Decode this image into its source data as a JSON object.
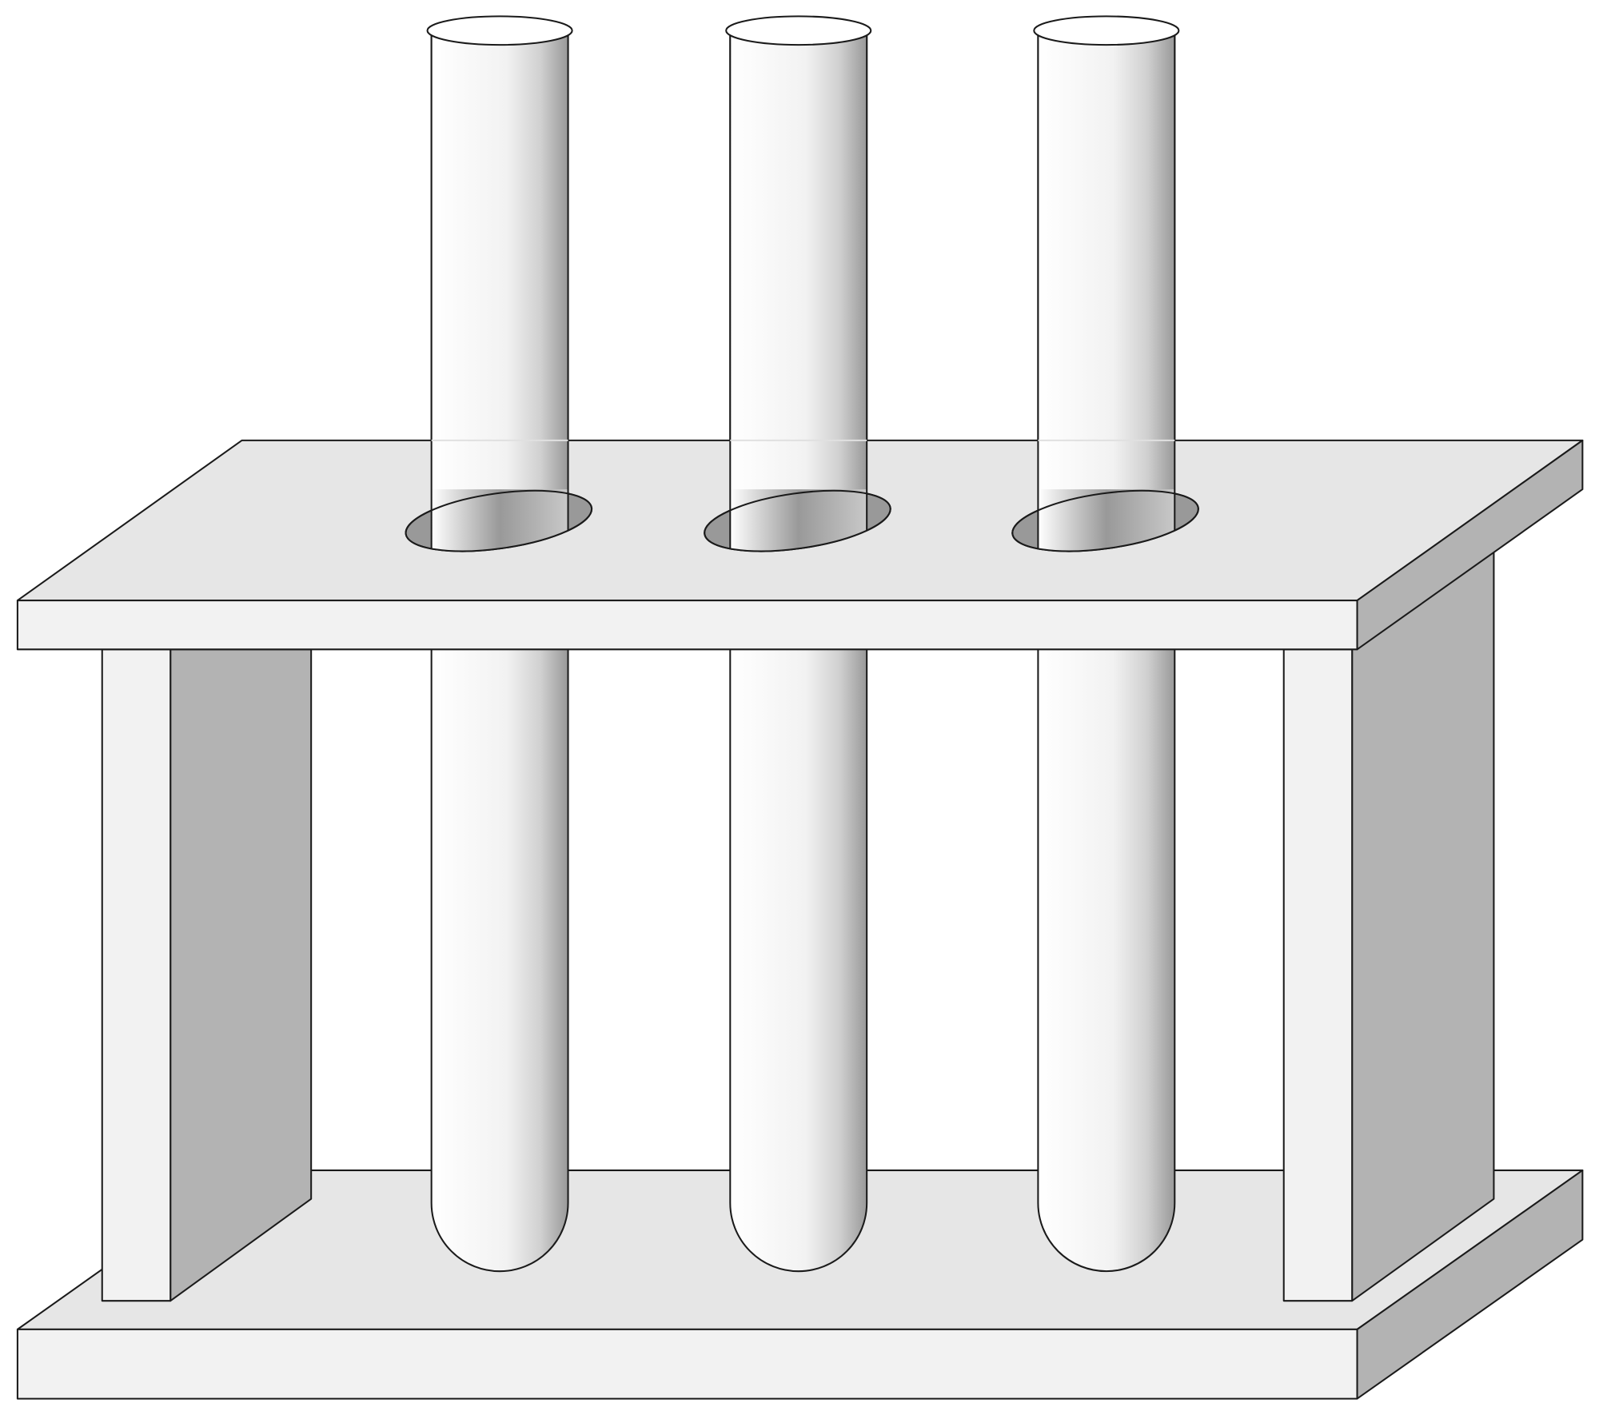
{
  "colors": {
    "background": "#ffffff",
    "plate_top": "#e6e6e6",
    "plate_front": "#f2f2f2",
    "plate_side": "#b3b3b3",
    "hole": "#999999",
    "outline": "#1a1a1a",
    "tube_light": "#ffffff",
    "tube_dark": "#999999"
  },
  "tubes": [
    {
      "id": "tube-1"
    },
    {
      "id": "tube-2"
    },
    {
      "id": "tube-3"
    }
  ]
}
